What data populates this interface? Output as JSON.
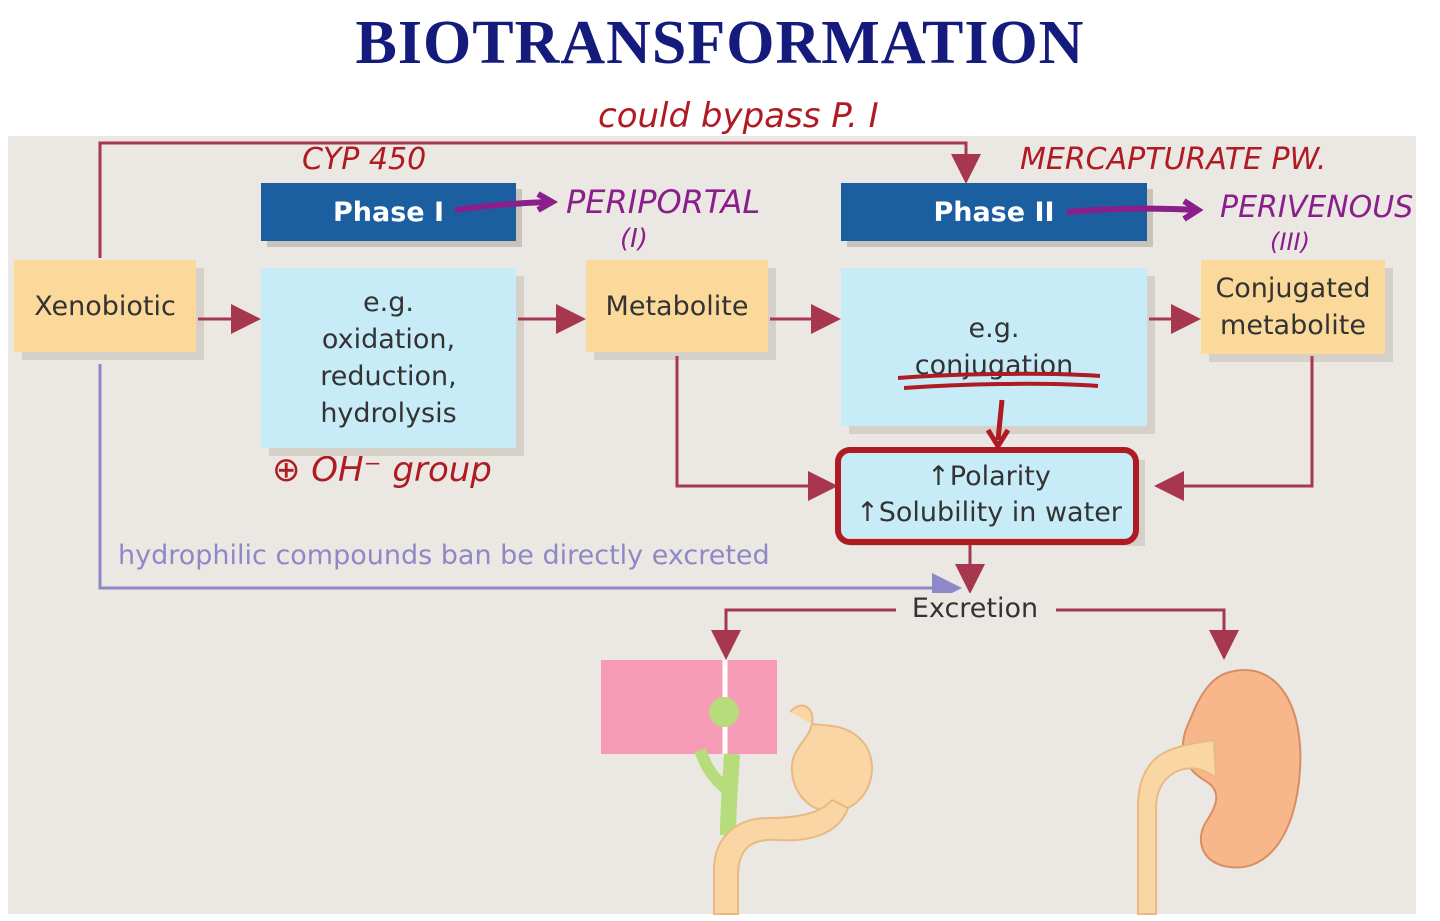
{
  "title": "BIOTRANSFORMATION",
  "boxes": {
    "xenobiotic": "Xenobiotic",
    "phase1_header": "Phase I",
    "phase1_examples": [
      "e.g.",
      "oxidation,",
      "reduction,",
      "hydrolysis"
    ],
    "metabolite": "Metabolite",
    "phase2_header": "Phase II",
    "phase2_examples": [
      "e.g.",
      "conjugation"
    ],
    "conjugated": [
      "Conjugated",
      "metabolite"
    ],
    "polarity": "Polarity",
    "solubility": "Solubility in water",
    "excretion": "Excretion"
  },
  "direct_note": "hydrophilic compounds ban be directly excreted",
  "handwriting": {
    "bypass": "could bypass P. I",
    "cyp": "CYP 450",
    "mercapturate": "MERCAPTURATE PW.",
    "periportal": "PERIPORTAL",
    "periportal_zone": "(I)",
    "perivenous": "PERIVENOUS",
    "perivenous_zone": "(III)",
    "oh_group": "⊕ OH⁻ group"
  },
  "colors": {
    "title": "#141b7c",
    "panel": "#ebe8e3",
    "orange_box": "#fbd99a",
    "blue_box": "#c7ecf8",
    "phase_header": "#1b5fa0",
    "arrow": "#a6374e",
    "annotation_red": "#b01a22",
    "annotation_magenta": "#8a1f8c",
    "direct_path": "#8e88c6"
  }
}
